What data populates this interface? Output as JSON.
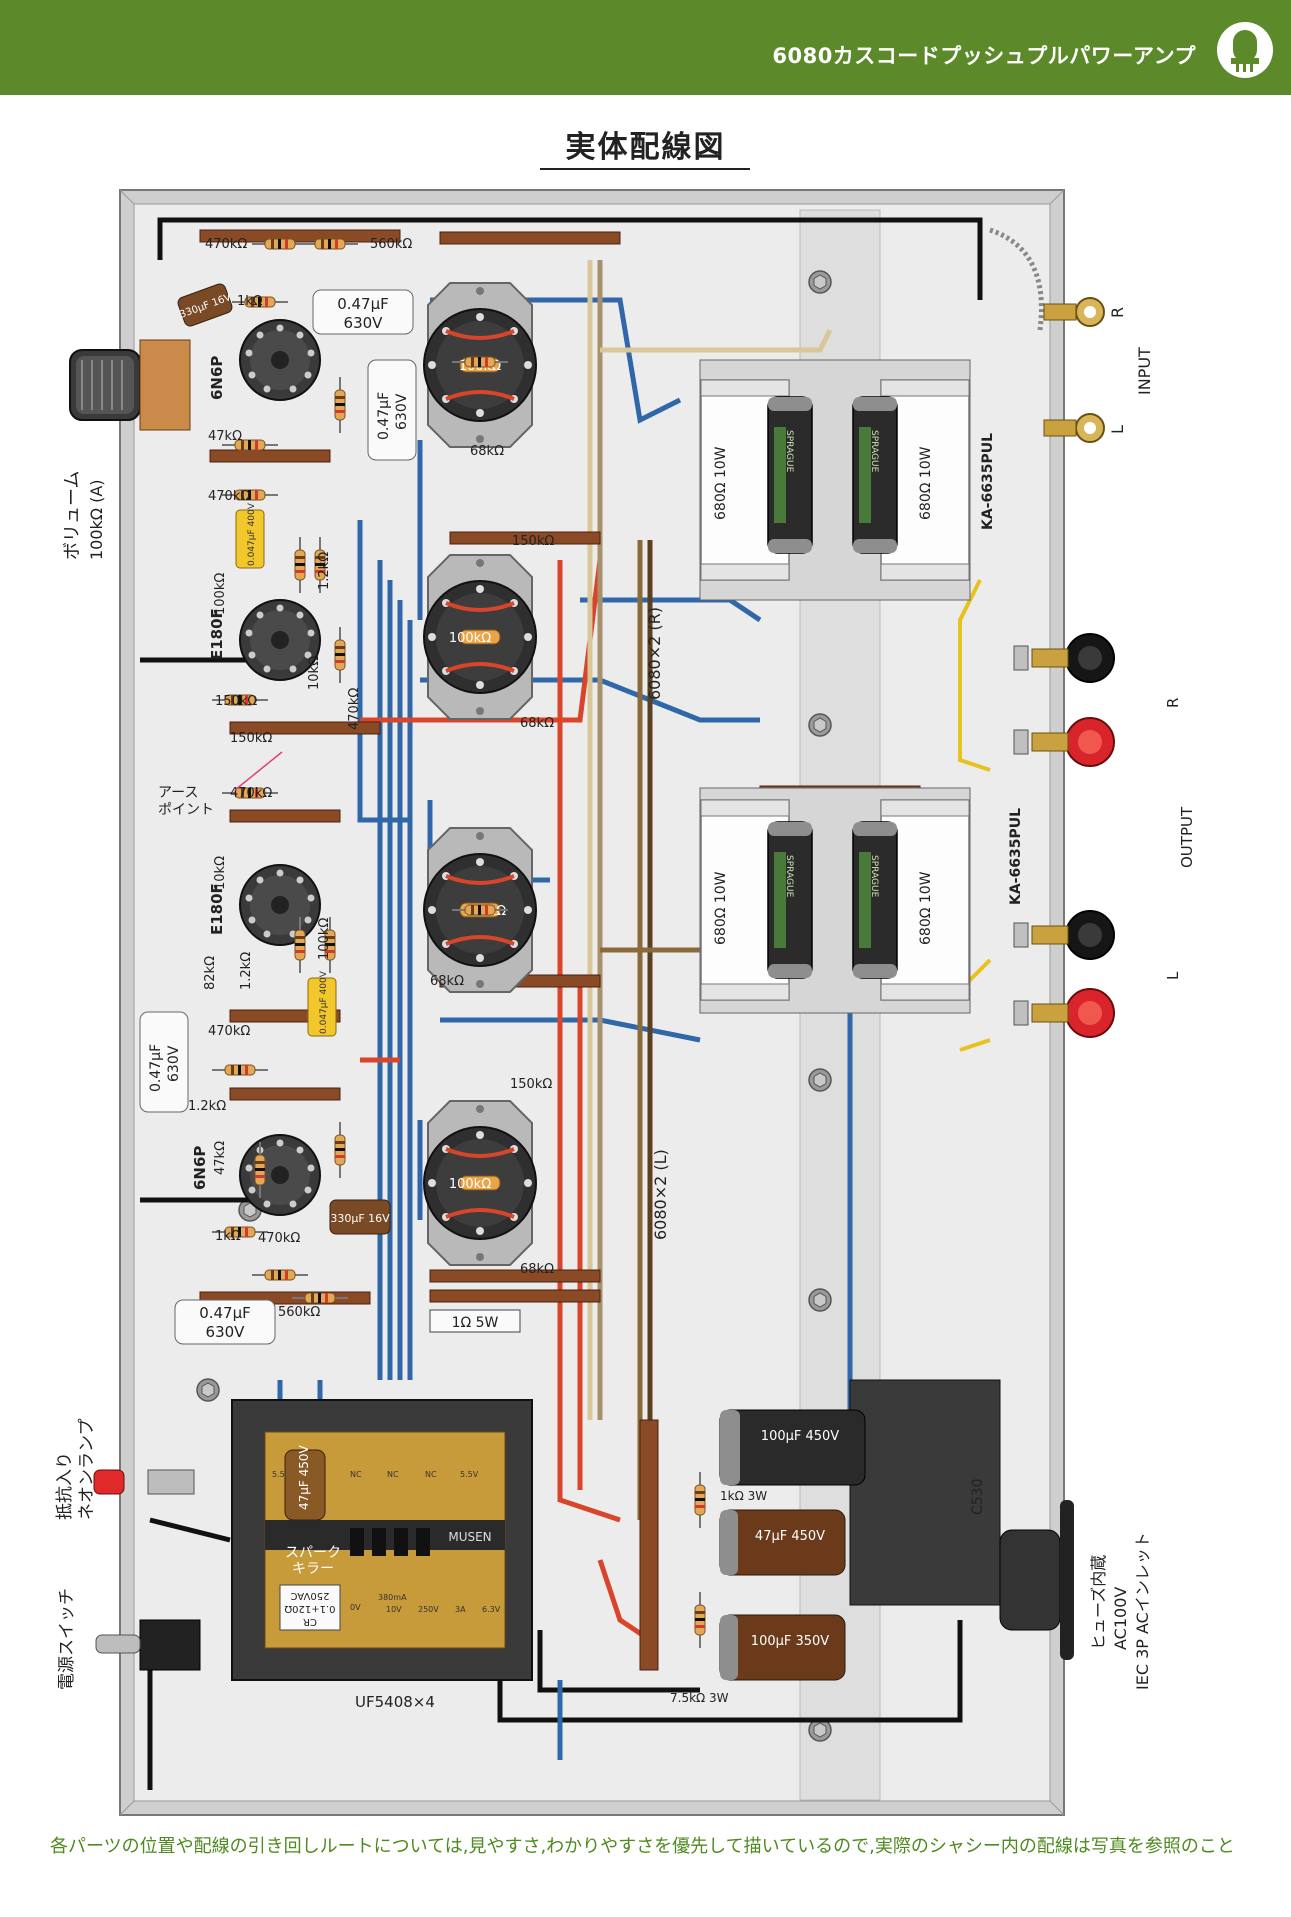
{
  "header": {
    "title": "6080カスコードプッシュプルパワーアンプ",
    "accent": "#5c8a2b",
    "badge_icon": "vacuum-tube-icon"
  },
  "page_title": "実体配線図",
  "caption": "各パーツの位置や配線の引き回しルートについては,見やすさ,わかりやすさを優先して描いているので,実際のシャシー内の配線は写真を参照のこと",
  "colors": {
    "chassis": "#ececec",
    "wire_blue": "#2f67a8",
    "wire_red": "#d8452a",
    "wire_black": "#111111",
    "wire_yellow": "#e8c21c",
    "wire_tan": "#d9c79a",
    "terminal_strip": "#8a4a26",
    "caption_green": "#4e8a1e"
  },
  "labels": {
    "volume": "ボリューム",
    "volume_value": "100kΩ (A)",
    "input": "INPUT",
    "output": "OUTPUT",
    "ch_r": "R",
    "ch_l": "L",
    "earth_point_1": "アース",
    "earth_point_2": "ポイント",
    "neon_1": "抵抗入り",
    "neon_2": "ネオンランプ",
    "power_switch": "電源スイッチ",
    "inlet_1": "ヒューズ内蔵",
    "inlet_2": "AC100V",
    "inlet_3": "IEC 3P ACインレット",
    "spark_killer_1": "スパーク",
    "spark_killer_2": "キラー",
    "cr_1": "CR",
    "cr_2": "0.1+120Ω",
    "cr_3": "250VAC",
    "uf5408": "UF5408×4",
    "tube_r": "6080×2 (R)",
    "tube_l": "6080×2 (L)",
    "ka_top": "KA-6635PUL",
    "ka_bottom": "KA-6635PUL",
    "c530": "C530",
    "musen": "MUSEN",
    "r_680_a": "680Ω 10W",
    "r_680_b": "680Ω 10W",
    "r_680_c": "680Ω 10W",
    "r_680_d": "680Ω 10W",
    "sprague_1": "SPRAGUE",
    "sprague_2": "SPRAGUE",
    "sprague_3": "SPRAGUE",
    "sprague_4": "SPRAGUE",
    "r1_5w": "1Ω 5W",
    "r1k_3w": "1kΩ 3W",
    "r75k_3w": "7.5kΩ 3W",
    "cap_100_450": "100μF 450V",
    "cap_47_450": "47μF 450V",
    "cap_100_350": "100μF 350V",
    "cap_47_450_b": "47μF 450V",
    "cap_330_16_a": "330μF 16V",
    "cap_330_16_b": "330μF 16V",
    "c047_1a": "0.47μF",
    "c047_1b": "630V",
    "c047_2a": "0.47μF",
    "c047_2b": "630V",
    "c047_3a": "0.47μF",
    "c047_3b": "630V",
    "c047_4a": "0.47μF",
    "c047_4b": "630V",
    "film_047_a": "0.047μF 400V",
    "film_047_b": "0.047μF 400V",
    "r470k_1": "470kΩ",
    "r560k_1": "560kΩ",
    "r1k_1": "1kΩ",
    "r47k_1": "47kΩ",
    "r470k_2": "470kΩ",
    "r100k_1": "100kΩ",
    "r150k_1": "150kΩ",
    "r12k_1": "1.2kΩ",
    "r10k_1": "10kΩ",
    "r470k_3": "470kΩ",
    "r470k_4": "470kΩ",
    "r10k_2": "10kΩ",
    "r82k": "82kΩ",
    "r12k_2": "1.2kΩ",
    "r100k_2": "100kΩ",
    "r470k_5": "470kΩ",
    "r12k_3": "1.2kΩ",
    "r47k_2": "47kΩ",
    "r1k_2": "1kΩ",
    "r470k_6": "470kΩ",
    "r560k_2": "560kΩ",
    "r150k_2": "150kΩ",
    "r150k_3": "150kΩ",
    "r150k_4": "150kΩ",
    "r68k_1": "68kΩ",
    "r68k_2": "68kΩ",
    "r68k_3": "68kΩ",
    "r68k_4": "68kΩ",
    "pot_1": "100kΩ",
    "pot_2": "100kΩ",
    "pot_3": "100kΩ",
    "pot_4": "100kΩ",
    "tube_6n6p_a": "6N6P",
    "tube_e180f_a": "E180F",
    "tube_e180f_b": "E180F",
    "tube_6n6p_b": "6N6P",
    "pt_5a": "5.5A",
    "pt_nc1": "NC",
    "pt_nc2": "NC",
    "pt_nc3": "NC",
    "pt_55v": "5.5V",
    "pt_0v": "0V",
    "pt_380ma": "380mA",
    "pt_10v": "10V",
    "pt_250v": "250V",
    "pt_3a": "3A",
    "pt_63v": "6.3V"
  }
}
